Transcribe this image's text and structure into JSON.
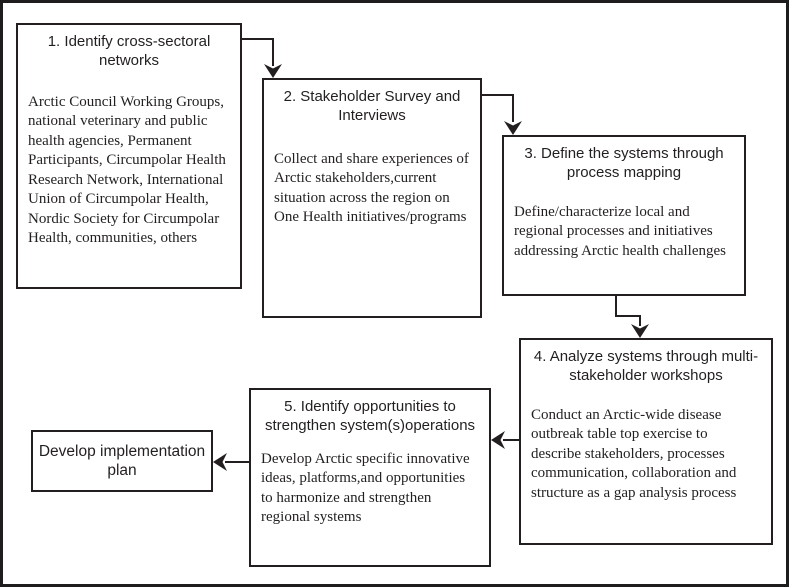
{
  "diagram": {
    "colors": {
      "line": "#231f20",
      "background": "#ffffff"
    },
    "boxes": [
      {
        "title": "1. Identify cross-sectoral networks",
        "body": "Arctic Council Working Groups, national veterinary and public health agencies, Permanent Participants, Circumpolar Health Research Network, International Union of Circumpolar Health, Nordic Society for Circumpolar Health, communities, others"
      },
      {
        "title": "2. Stakeholder Survey and Interviews",
        "body": "Collect and share experiences of Arctic stakeholders,current situation across the region on One Health initiatives/programs"
      },
      {
        "title": "3. Define the systems through process mapping",
        "body": "Define/characterize local and regional processes and initiatives addressing Arctic health challenges"
      },
      {
        "title": "4. Analyze systems through multi-stakeholder workshops",
        "body": "Conduct an Arctic-wide disease outbreak table top exercise to describe stakeholders, processes communication, collaboration and structure as a gap analysis process"
      },
      {
        "title": "5. Identify opportunities to strengthen system(s)operations",
        "body": "Develop Arctic specific innovative ideas, platforms,and opportunities to harmonize and strengthen regional systems"
      },
      {
        "title": "Develop implementation plan",
        "body": ""
      }
    ]
  }
}
